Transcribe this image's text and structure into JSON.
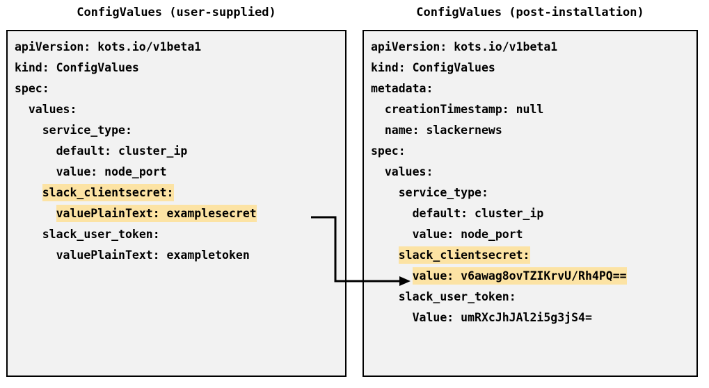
{
  "diagram": {
    "type": "two-panel-yaml-comparison",
    "highlight_color": "#FCE3A4",
    "panel_background": "#F2F2F2",
    "border_color": "#000000",
    "connector": {
      "name": "encryption-arrow",
      "from_label": "valuePlainText: examplesecret",
      "to_label": "value: v6awag8ovTZIKrvU/Rh4PQ=="
    }
  },
  "left_panel": {
    "title": "ConfigValues (user-supplied)",
    "lines": [
      {
        "indent": 0,
        "text": "apiVersion: kots.io/v1beta1",
        "highlight": false
      },
      {
        "indent": 0,
        "text": "kind: ConfigValues",
        "highlight": false
      },
      {
        "indent": 0,
        "text": "spec:",
        "highlight": false
      },
      {
        "indent": 1,
        "text": "values:",
        "highlight": false
      },
      {
        "indent": 2,
        "text": "service_type:",
        "highlight": false
      },
      {
        "indent": 3,
        "text": "default: cluster_ip",
        "highlight": false
      },
      {
        "indent": 3,
        "text": "value: node_port",
        "highlight": false
      },
      {
        "indent": 2,
        "text": "slack_clientsecret:",
        "highlight": true
      },
      {
        "indent": 3,
        "text": "valuePlainText: examplesecret",
        "highlight": true
      },
      {
        "indent": 2,
        "text": "slack_user_token:",
        "highlight": false
      },
      {
        "indent": 3,
        "text": "valuePlainText: exampletoken",
        "highlight": false
      }
    ]
  },
  "right_panel": {
    "title": "ConfigValues (post-installation)",
    "lines": [
      {
        "indent": 0,
        "text": "apiVersion: kots.io/v1beta1",
        "highlight": false
      },
      {
        "indent": 0,
        "text": "kind: ConfigValues",
        "highlight": false
      },
      {
        "indent": 0,
        "text": "metadata:",
        "highlight": false
      },
      {
        "indent": 1,
        "text": "creationTimestamp: null",
        "highlight": false
      },
      {
        "indent": 1,
        "text": "name: slackernews",
        "highlight": false
      },
      {
        "indent": 0,
        "text": "spec:",
        "highlight": false
      },
      {
        "indent": 1,
        "text": "values:",
        "highlight": false
      },
      {
        "indent": 2,
        "text": "service_type:",
        "highlight": false
      },
      {
        "indent": 3,
        "text": "default: cluster_ip",
        "highlight": false
      },
      {
        "indent": 3,
        "text": "value: node_port",
        "highlight": false
      },
      {
        "indent": 2,
        "text": "slack_clientsecret:",
        "highlight": true
      },
      {
        "indent": 3,
        "text": "value: v6awag8ovTZIKrvU/Rh4PQ==",
        "highlight": true
      },
      {
        "indent": 2,
        "text": "slack_user_token:",
        "highlight": false
      },
      {
        "indent": 3,
        "text": "Value: umRXcJhJAl2i5g3jS4=",
        "highlight": false
      }
    ]
  }
}
